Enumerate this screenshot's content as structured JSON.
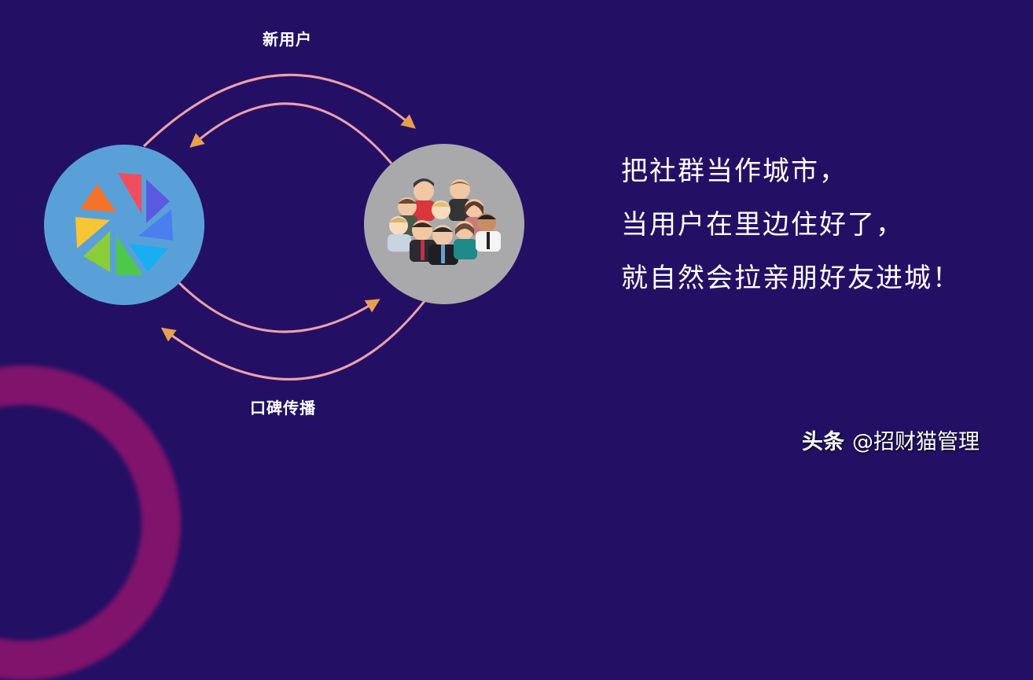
{
  "diagram": {
    "top_flow_label": "新用户",
    "bottom_flow_label": "口碑传播",
    "left_node": {
      "icon": "aperture-icon",
      "color": "#5aa0d8"
    },
    "right_node": {
      "icon": "crowd-of-people-icon",
      "color": "#a9a9ac"
    },
    "arrow_line_color": "#f0a0a8",
    "arrow_head_color": "#e8a050"
  },
  "slogan": {
    "lines": [
      "把社群当作城市，",
      "当用户在里边住好了，",
      "就自然会拉亲朋好友进城！"
    ]
  },
  "watermark": {
    "brand": "头条",
    "account": "@招财猫管理"
  },
  "colors": {
    "background": "#231065",
    "decor_ring": "#a0146e"
  }
}
